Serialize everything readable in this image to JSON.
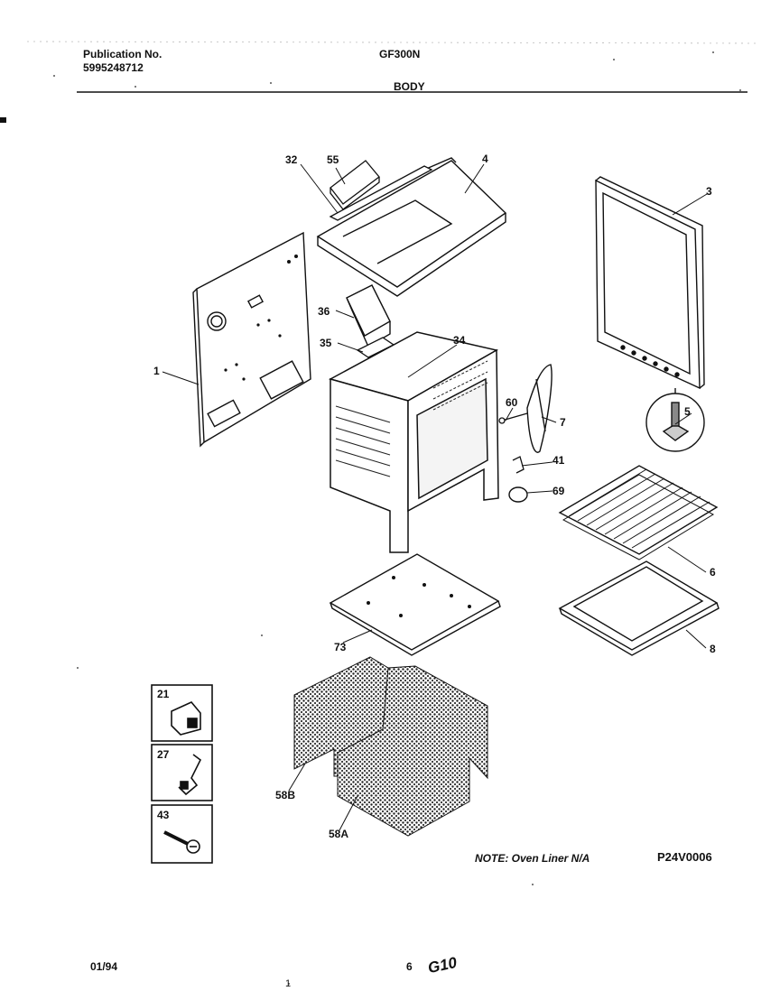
{
  "header": {
    "publication_label": "Publication No.",
    "publication_number": "5995248712",
    "model": "GF300N",
    "section": "BODY"
  },
  "callouts": {
    "c32": "32",
    "c55": "55",
    "c4": "4",
    "c3": "3",
    "c1": "1",
    "c36": "36",
    "c35": "35",
    "c34": "34",
    "c5": "5",
    "c60": "60",
    "c7": "7",
    "c41": "41",
    "c69": "69",
    "c6": "6",
    "c8": "8",
    "c73": "73",
    "c58b": "58B",
    "c58a": "58A"
  },
  "hardware_boxes": [
    {
      "number": "21",
      "icon": "clip-icon"
    },
    {
      "number": "27",
      "icon": "bracket-icon"
    },
    {
      "number": "43",
      "icon": "screw-icon"
    }
  ],
  "footer": {
    "note": "NOTE: Oven Liner N/A",
    "diagram_code": "P24V0006",
    "date": "01/94",
    "page": "6",
    "page_tag": "G10",
    "bottom_mark": "1"
  }
}
